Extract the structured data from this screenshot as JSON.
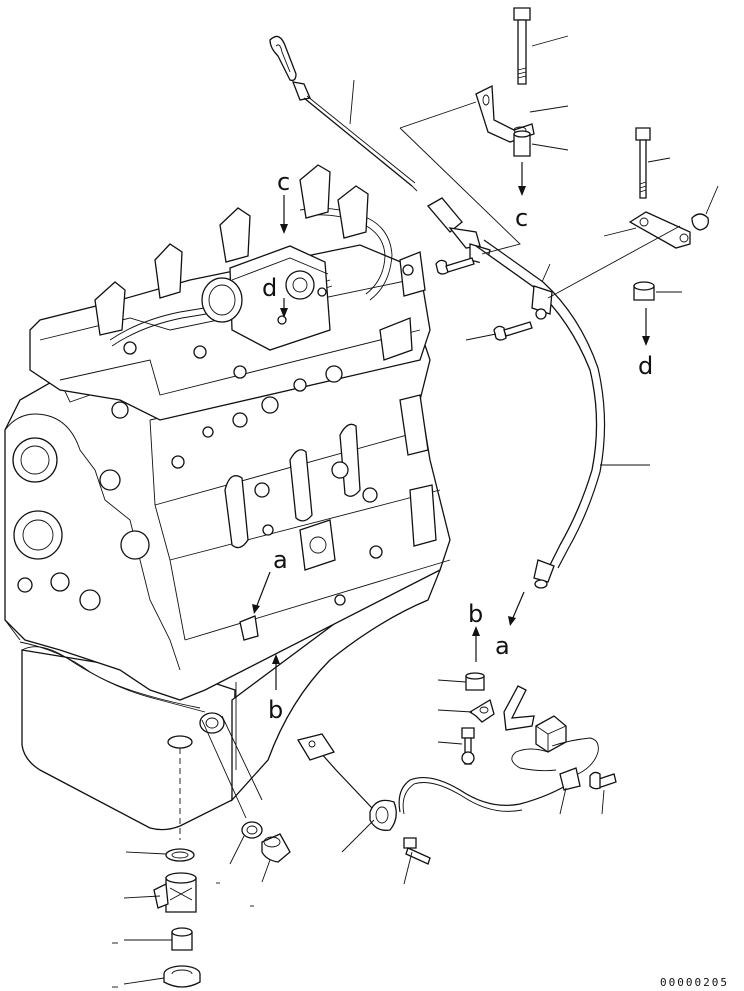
{
  "diagram": {
    "labels": {
      "a1": "a",
      "a2": "a",
      "b1": "b",
      "b2": "b",
      "c1": "c",
      "c2": "c",
      "d1": "d",
      "d2": "d"
    },
    "reference_number": "00000205"
  }
}
